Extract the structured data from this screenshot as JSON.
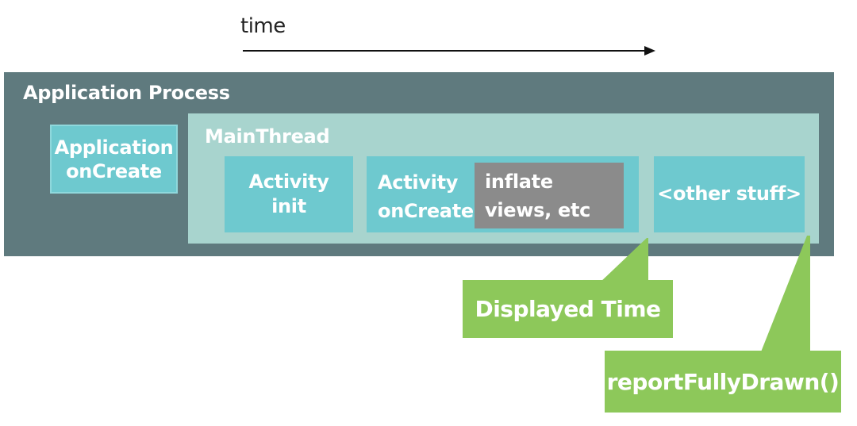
{
  "time_axis": {
    "label": "time"
  },
  "application_process": {
    "title": "Application Process",
    "application_oncreate": {
      "line1": "Application",
      "line2": "onCreate"
    }
  },
  "main_thread": {
    "title": "MainThread",
    "activity_init": {
      "line1": "Activity",
      "line2": "init"
    },
    "activity_oncreate": {
      "line1": "Activity",
      "line2": "onCreate"
    },
    "inflate_views": {
      "line1": "inflate",
      "line2": "views, etc"
    },
    "other_stuff": {
      "label": "<other stuff>"
    }
  },
  "callouts": {
    "displayed_time": {
      "label": "Displayed Time"
    },
    "report_fully_drawn": {
      "label": "reportFullyDrawn()"
    }
  },
  "colors": {
    "process_bg": "#5f7a7e",
    "mainthread_bg": "#a8d4ce",
    "box_teal": "#6ec9cf",
    "inflate_gray": "#8b8b8b",
    "callout_green": "#8dc85a"
  }
}
